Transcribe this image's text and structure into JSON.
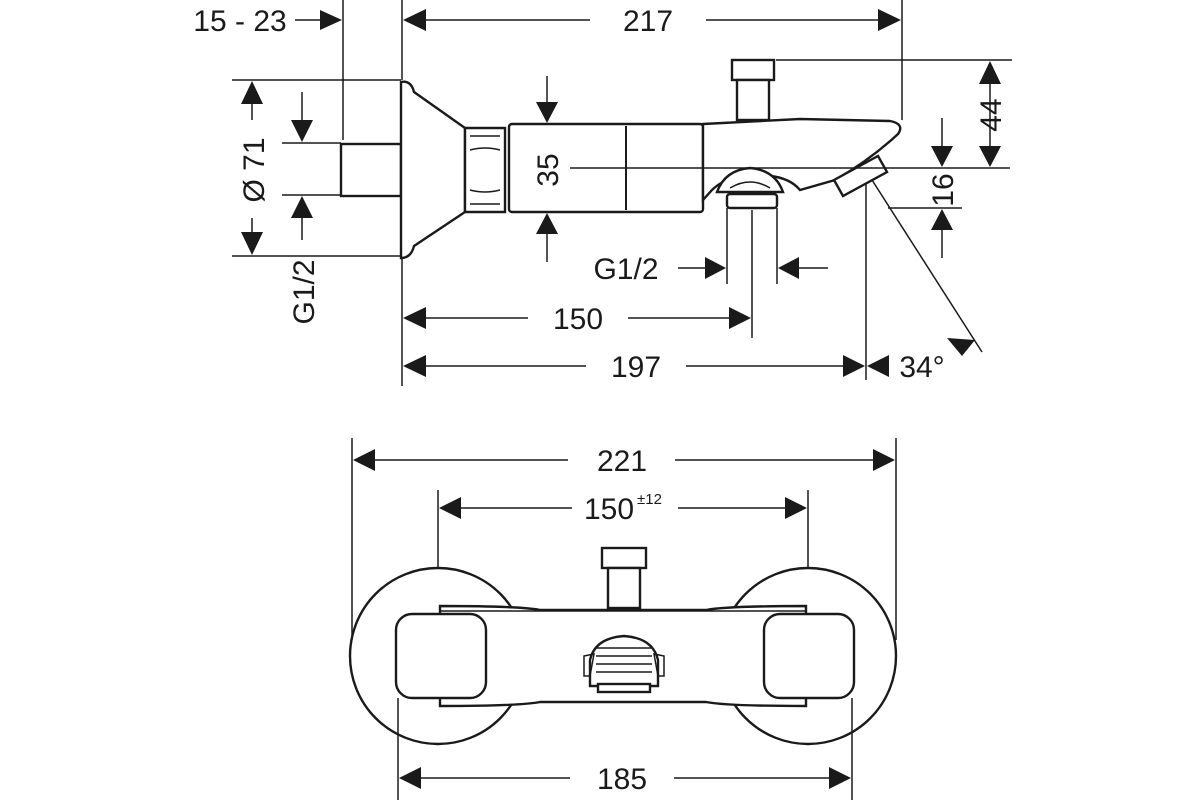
{
  "side_view": {
    "dim_wall_depth": "15 - 23",
    "dim_total_length": "217",
    "dim_spout_height": "44",
    "dim_diameter": "Ø 71",
    "dim_inlet_thread": "G1/2",
    "dim_body_height": "35",
    "dim_spout_drop": "16",
    "dim_outlet_thread": "G1/2",
    "dim_outlet_distance": "150",
    "dim_spout_length": "197",
    "dim_spout_angle": "34°"
  },
  "front_view": {
    "dim_overall_width": "221",
    "dim_center_distance": "150",
    "dim_center_tolerance": "±12",
    "dim_body_width": "185"
  }
}
